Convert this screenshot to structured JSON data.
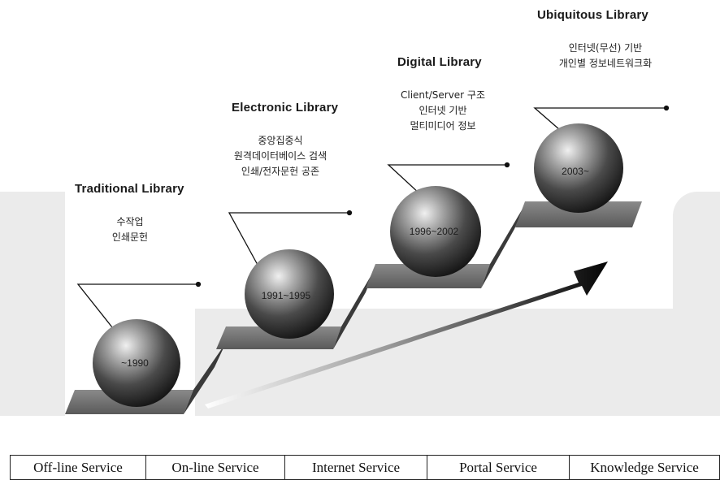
{
  "stages": [
    {
      "title": "Traditional Library",
      "desc": [
        "수작업",
        "인쇄문헌"
      ],
      "period": "~1990"
    },
    {
      "title": "Electronic Library",
      "desc": [
        "중앙집중식",
        "원격데이터베이스 검색",
        "인쇄/전자문헌 공존"
      ],
      "period": "1991~1995"
    },
    {
      "title": "Digital Library",
      "desc": [
        "Client/Server 구조",
        "인터넷 기반",
        "멀티미디어 정보"
      ],
      "period": "1996~2002"
    },
    {
      "title": "Ubiquitous Library",
      "desc": [
        "인터넷(무선) 기반",
        "개인별 정보네트워크화"
      ],
      "period": "2003~"
    }
  ],
  "services": [
    "Off-line Service",
    "On-line Service",
    "Internet Service",
    "Portal Service",
    "Knowledge Service"
  ]
}
